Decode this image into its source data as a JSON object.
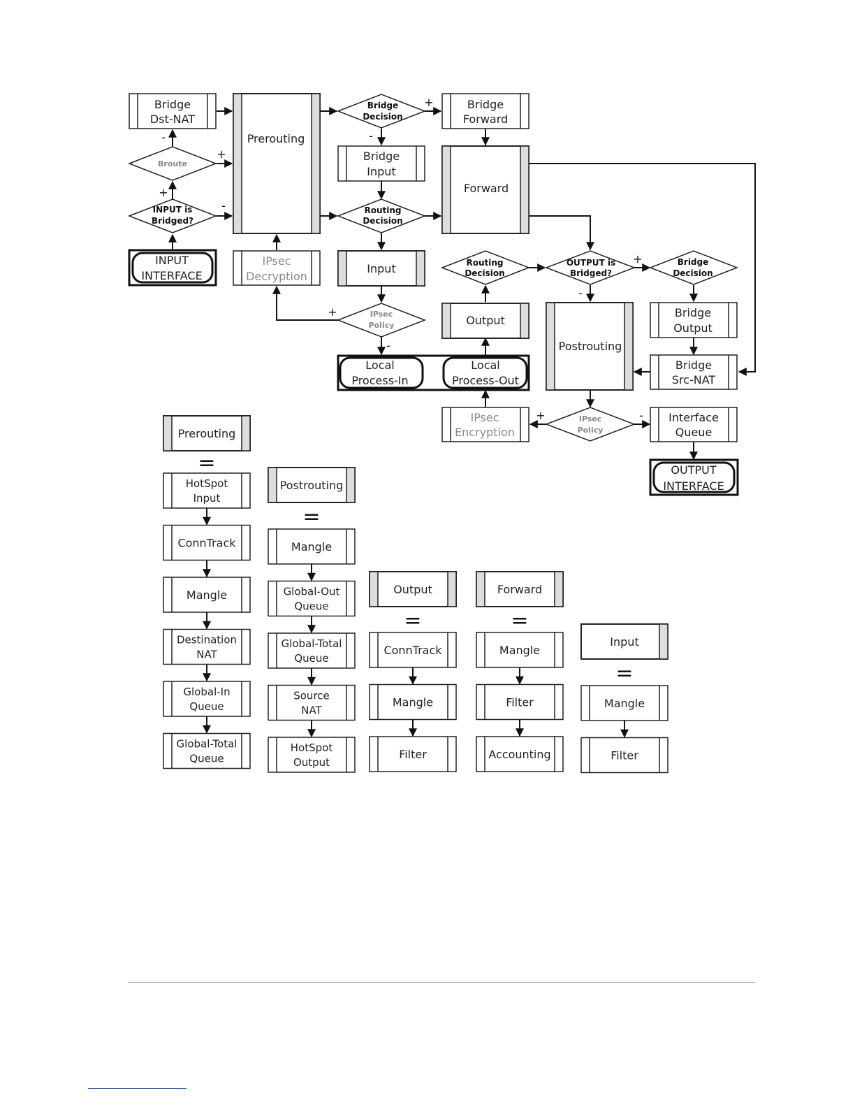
{
  "nodes": {
    "bridge_dst_nat": [
      "Bridge",
      "Dst-NAT"
    ],
    "prerouting": "Prerouting",
    "broute": "Broute",
    "input_is_bridged": [
      "INPUT is",
      "Bridged?"
    ],
    "input_interface": [
      "INPUT",
      "INTERFACE"
    ],
    "ipsec_decryption": [
      "IPsec",
      "Decryption"
    ],
    "bridge_decision_top": [
      "Bridge",
      "Decision"
    ],
    "bridge_input": [
      "Bridge",
      "Input"
    ],
    "routing_decision_main": [
      "Routing",
      "Decision"
    ],
    "input": "Input",
    "ipsec_policy_in": [
      "IPsec",
      "Policy"
    ],
    "local_process_in": [
      "Local",
      "Process-In"
    ],
    "local_process_out": [
      "Local",
      "Process-Out"
    ],
    "bridge_forward": [
      "Bridge",
      "Forward"
    ],
    "forward": "Forward",
    "routing_decision_out": [
      "Routing",
      "Decision"
    ],
    "output": "Output",
    "ipsec_encryption": [
      "IPsec",
      "Encryption"
    ],
    "output_is_bridged": [
      "OUTPUT is",
      "Bridged?"
    ],
    "postrouting": "Postrouting",
    "ipsec_policy_out": [
      "IPsec",
      "Policy"
    ],
    "bridge_decision_right": [
      "Bridge",
      "Decision"
    ],
    "bridge_output": [
      "Bridge",
      "Output"
    ],
    "bridge_src_nat": [
      "Bridge",
      "Src-NAT"
    ],
    "interface_queue": [
      "Interface",
      "Queue"
    ],
    "output_interface": [
      "OUTPUT",
      "INTERFACE"
    ]
  },
  "signs": {
    "plus": "+",
    "minus": "-"
  },
  "equals_symbol": "=",
  "legend": [
    {
      "title": "Prerouting",
      "steps": [
        [
          "HotSpot",
          "Input"
        ],
        [
          "ConnTrack"
        ],
        [
          "Mangle"
        ],
        [
          "Destination",
          "NAT"
        ],
        [
          "Global-In",
          "Queue"
        ],
        [
          "Global-Total",
          "Queue"
        ]
      ]
    },
    {
      "title": "Postrouting",
      "steps": [
        [
          "Mangle"
        ],
        [
          "Global-Out",
          "Queue"
        ],
        [
          "Global-Total",
          "Queue"
        ],
        [
          "Source",
          "NAT"
        ],
        [
          "HotSpot",
          "Output"
        ]
      ]
    },
    {
      "title": "Output",
      "steps": [
        [
          "ConnTrack"
        ],
        [
          "Mangle"
        ],
        [
          "Filter"
        ]
      ]
    },
    {
      "title": "Forward",
      "steps": [
        [
          "Mangle"
        ],
        [
          "Filter"
        ],
        [
          "Accounting"
        ]
      ]
    },
    {
      "title": "Input",
      "steps": [
        [
          "Mangle"
        ],
        [
          "Filter"
        ]
      ]
    }
  ]
}
